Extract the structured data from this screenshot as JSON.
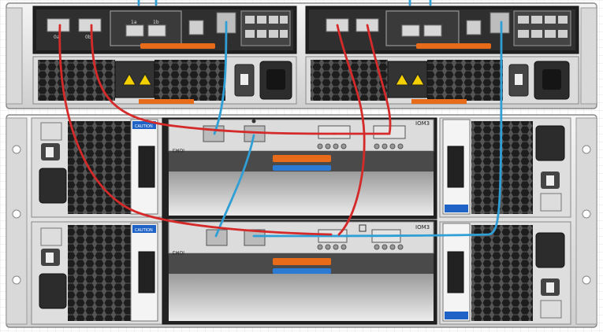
{
  "controller": {
    "port_labels": {
      "zero_a": "0a",
      "zero_b": "0b",
      "one_a": "1a",
      "one_b": "1b"
    }
  },
  "shelf": {
    "iom_labels": {
      "upper_face": "IOM3",
      "upper_side": "IOM3",
      "lower_face": "IOM3",
      "lower_side": "IOM3"
    },
    "caution_text": "CAUTION"
  },
  "colors": {
    "sas_cable": "#d42a2a",
    "acp_cable": "#2f9fd6",
    "handle_orange": "#e86b1a",
    "handle_blue": "#2b7bd4",
    "chassis": "#e6e6e6",
    "dark_panel": "#2c2c2c"
  },
  "icons": {
    "iom_port_symbol_upper": "network-icon",
    "iom_lock_upper": "lock-icon",
    "iom_lock_lower": "lock-icon"
  }
}
